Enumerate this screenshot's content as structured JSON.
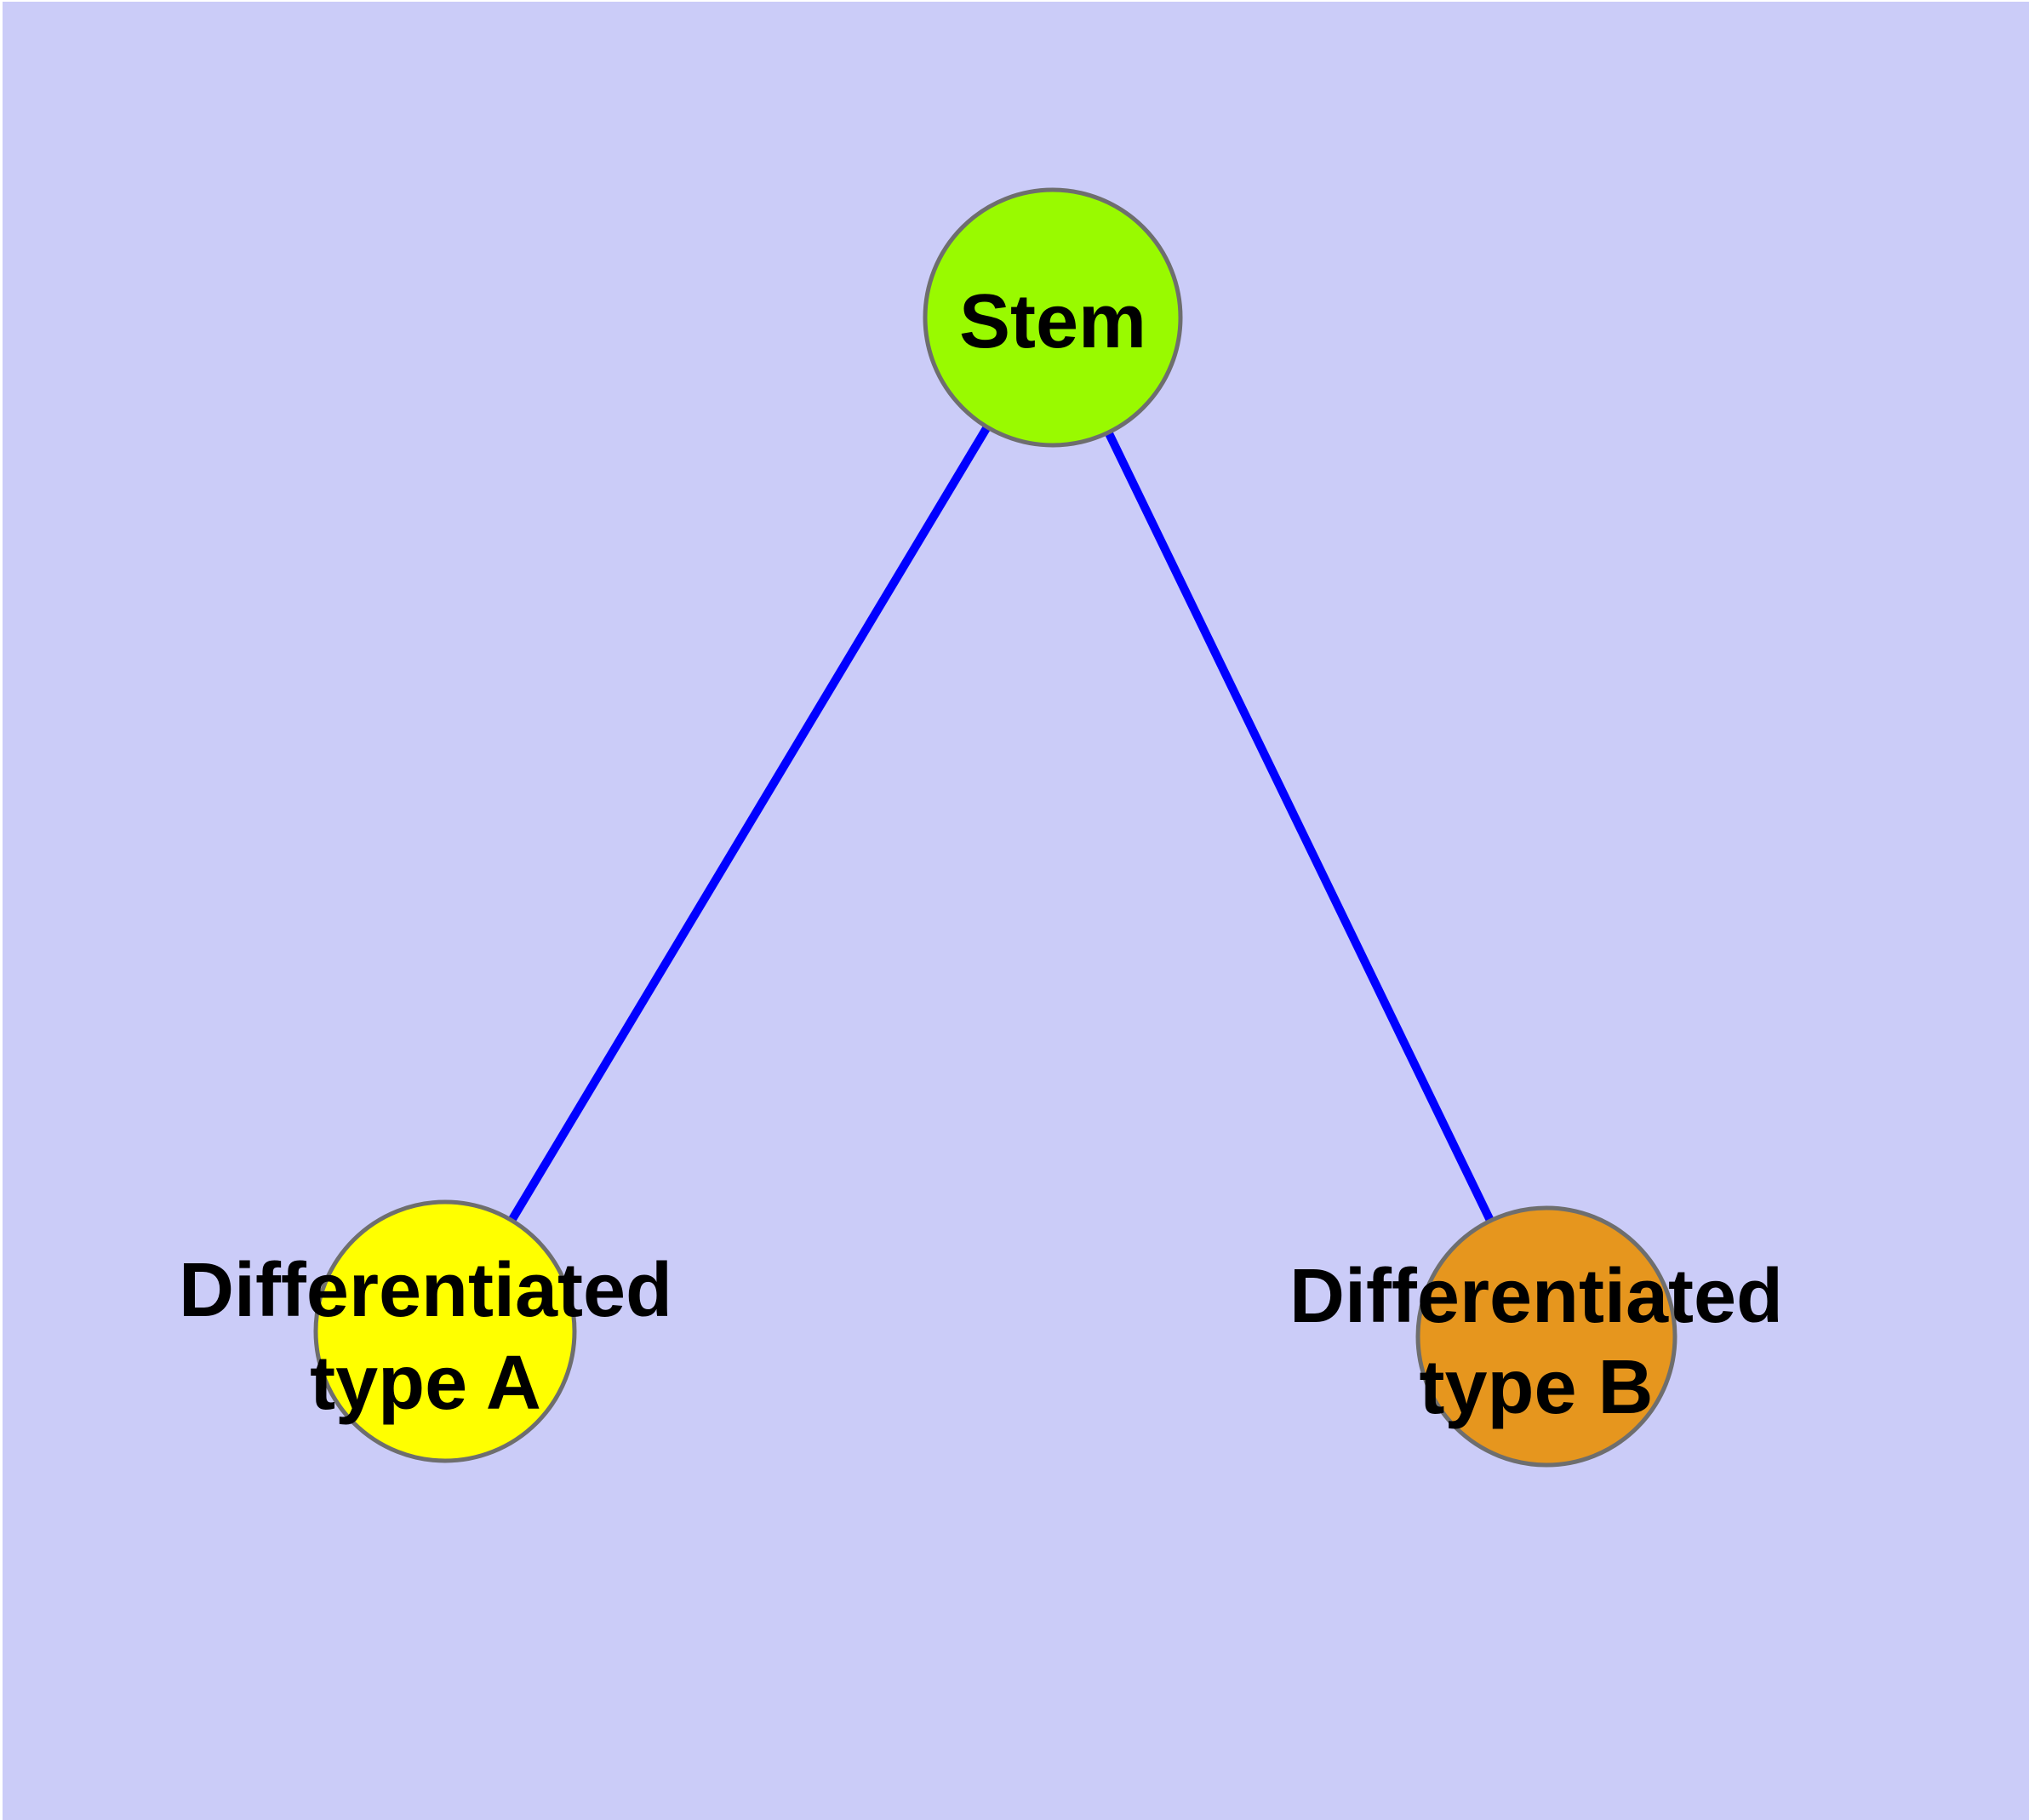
{
  "diagram": {
    "title": "",
    "background_color": "#CBCCF8",
    "frame_color": "#FFFFFF",
    "edge_color": "#0000FF",
    "node_border_color": "#6E6E6E",
    "label_color": "#000000",
    "nodes": [
      {
        "id": "stem",
        "label": "Stem",
        "label_line1": "Stem",
        "label_line2": "",
        "color": "#99FA00"
      },
      {
        "id": "type-a",
        "label": "Differentiated type A",
        "label_line1": "Differentiated",
        "label_line2": "type A",
        "color": "#FFFF00"
      },
      {
        "id": "type-b",
        "label": "Differentiated type B",
        "label_line1": "Differentiated",
        "label_line2": "type B",
        "color": "#E6961E"
      }
    ],
    "edges": [
      {
        "from": "Stem",
        "to": "Differentiated type A"
      },
      {
        "from": "Stem",
        "to": "Differentiated type B"
      }
    ]
  }
}
